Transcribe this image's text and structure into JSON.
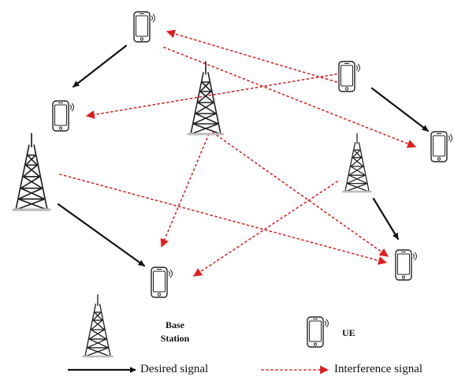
{
  "legend": {
    "base_station_line1": "Base",
    "base_station_line2": "Station",
    "ue_label": "UE",
    "desired_signal_label": "Desired signal",
    "interference_signal_label": "Interference signal"
  },
  "colors": {
    "desired": "#111111",
    "interference": "#e01e1e",
    "device": "#222222"
  },
  "icons": {
    "base_station": "cell-tower-icon",
    "ue": "smartphone-icon"
  }
}
